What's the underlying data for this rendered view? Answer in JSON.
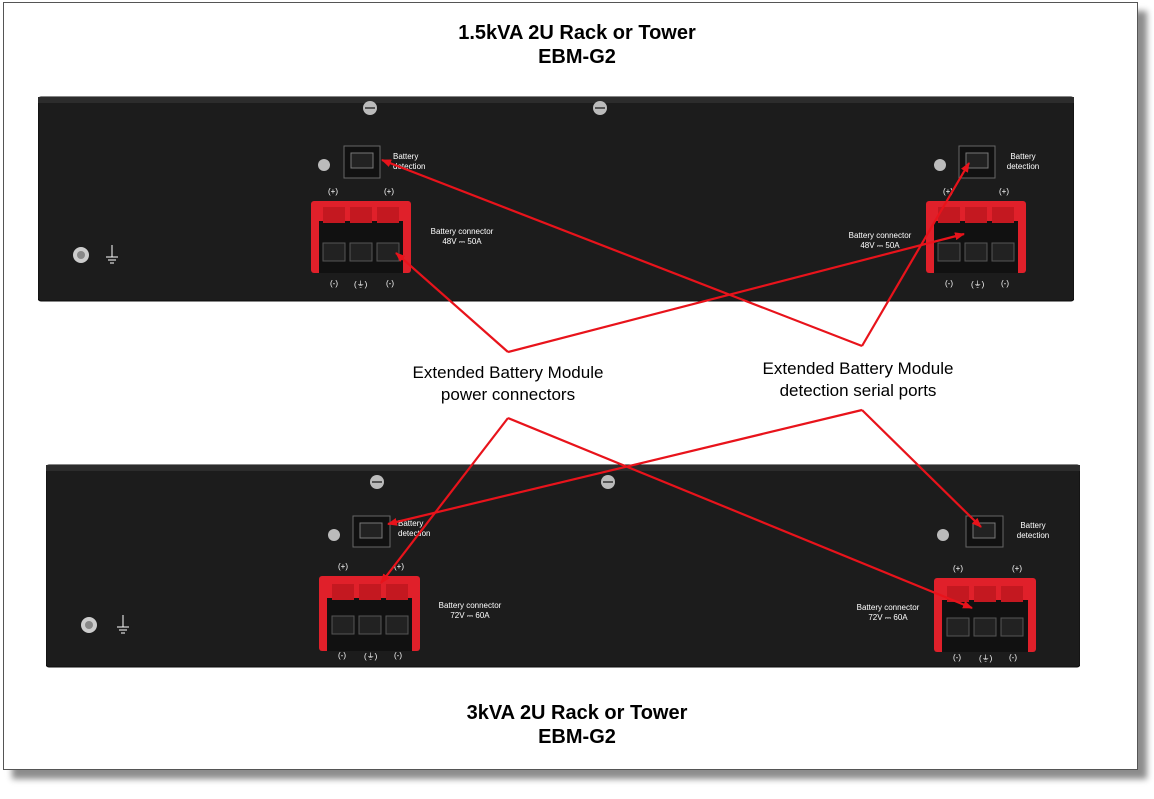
{
  "top_title": {
    "line1": "1.5kVA 2U Rack or Tower",
    "line2": "EBM-G2"
  },
  "bottom_title": {
    "line1": "3kVA 2U Rack or Tower",
    "line2": "EBM-G2"
  },
  "callouts": {
    "power": {
      "line1": "Extended Battery Module",
      "line2": "power connectors"
    },
    "detection": {
      "line1": "Extended Battery Module",
      "line2": "detection serial ports"
    }
  },
  "top_unit": {
    "left": {
      "detection_line1": "Battery",
      "detection_line2": "detection",
      "plus": "(+)",
      "minus": "(-)",
      "ground": "(⏚)",
      "connector_line1": "Battery connector",
      "connector_line2": "48V ⎓ 50A"
    },
    "right": {
      "detection_line1": "Battery",
      "detection_line2": "detection",
      "plus": "(+)",
      "minus": "(-)",
      "ground": "(⏚)",
      "connector_line1": "Battery connector",
      "connector_line2": "48V ⎓ 50A"
    }
  },
  "bottom_unit": {
    "left": {
      "detection_line1": "Battery",
      "detection_line2": "detection",
      "plus": "(+)",
      "minus": "(-)",
      "ground": "(⏚)",
      "connector_line1": "Battery connector",
      "connector_line2": "72V ⎓ 60A"
    },
    "right": {
      "detection_line1": "Battery",
      "detection_line2": "detection",
      "plus": "(+)",
      "minus": "(-)",
      "ground": "(⏚)",
      "connector_line1": "Battery connector",
      "connector_line2": "72V ⎓ 60A"
    }
  },
  "colors": {
    "chassis": "#1c1c1c",
    "connector_red": "#e0202a",
    "arrow_red": "#e8131b"
  }
}
